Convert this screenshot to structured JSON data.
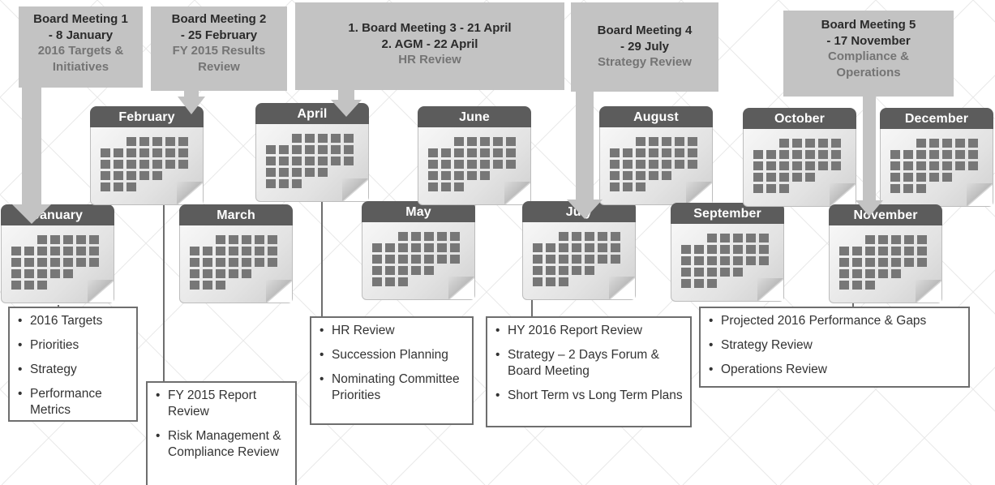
{
  "colors": {
    "callout_bg": "#c3c3c3",
    "calendar_header": "#5c5c5c",
    "calendar_cells": "#777777",
    "title_text": "#2b2b2b",
    "subtitle_text": "#747474",
    "box_border": "#6e6e6e"
  },
  "meetings": [
    {
      "title": [
        "Board Meeting 1",
        "- 8 January"
      ],
      "subtitle": [
        "2016 Targets &",
        "Initiatives"
      ]
    },
    {
      "title": [
        "Board Meeting 2",
        "- 25 February"
      ],
      "subtitle": [
        "FY 2015 Results",
        "Review"
      ]
    },
    {
      "title": [
        "1. Board Meeting 3 - 21 April",
        "2. AGM - 22 April"
      ],
      "subtitle": [
        "HR Review"
      ]
    },
    {
      "title": [
        "Board Meeting 4",
        "- 29 July"
      ],
      "subtitle": [
        "Strategy Review"
      ]
    },
    {
      "title": [
        "Board Meeting 5",
        "- 17 November"
      ],
      "subtitle": [
        "Compliance &",
        "Operations"
      ]
    }
  ],
  "calendars": {
    "january": {
      "label": "January"
    },
    "february": {
      "label": "February"
    },
    "march": {
      "label": "March"
    },
    "april": {
      "label": "April"
    },
    "may": {
      "label": "May"
    },
    "june": {
      "label": "June"
    },
    "july": {
      "label": "July"
    },
    "august": {
      "label": "August"
    },
    "september": {
      "label": "September"
    },
    "october": {
      "label": "October"
    },
    "november": {
      "label": "November"
    },
    "december": {
      "label": "December"
    }
  },
  "agenda_boxes": [
    {
      "items": [
        "2016 Targets",
        "Priorities",
        "Strategy",
        "Performance Metrics"
      ]
    },
    {
      "items": [
        "FY 2015 Report Review",
        "Risk Management & Compliance Review"
      ]
    },
    {
      "items": [
        "HR Review",
        "Succession Planning",
        "Nominating Committee Priorities"
      ]
    },
    {
      "items": [
        "HY 2016 Report Review",
        "Strategy – 2 Days Forum & Board Meeting",
        "Short Term  vs Long Term Plans"
      ]
    },
    {
      "items": [
        "Projected 2016 Performance & Gaps",
        "Strategy Review",
        "Operations Review"
      ]
    }
  ]
}
